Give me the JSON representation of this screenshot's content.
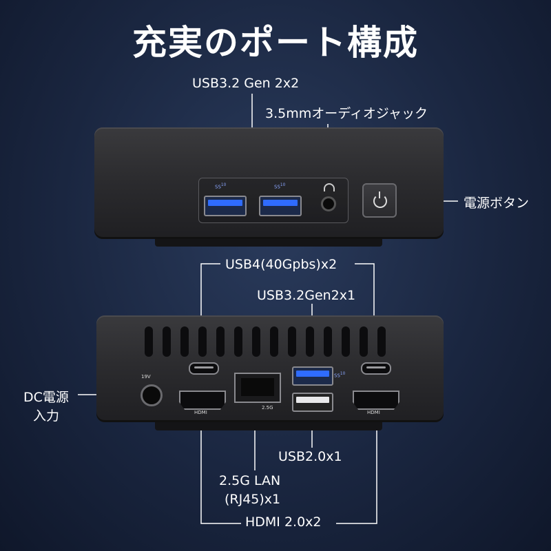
{
  "title": "充実のポート構成",
  "labels": {
    "usb32_gen2x2": "USB3.2 Gen 2x2",
    "audio_jack": "3.5mmオーディオジャック",
    "power_button": "電源ボタン",
    "usb4": "USB4(40Gpbs)x2",
    "usb32_gen2x1": "USB3.2Gen2x1",
    "dc_power_line1": "DC電源",
    "dc_power_line2": "入力",
    "usb20": "USB2.0x1",
    "lan_line1": "2.5G LAN",
    "lan_line2": "(RJ45)x1",
    "hdmi": "HDMI 2.0x2"
  },
  "port_marks": {
    "ss_logo": "SS",
    "ss_10": "10",
    "hdmi_label": "HDMI",
    "dc_rating": "19V",
    "lan_speed": "2.5G"
  },
  "colors": {
    "background": "#1a2640",
    "line": "#ffffff",
    "usb3_blue": "#2f6cff",
    "device_body": "#2c2c2f"
  }
}
